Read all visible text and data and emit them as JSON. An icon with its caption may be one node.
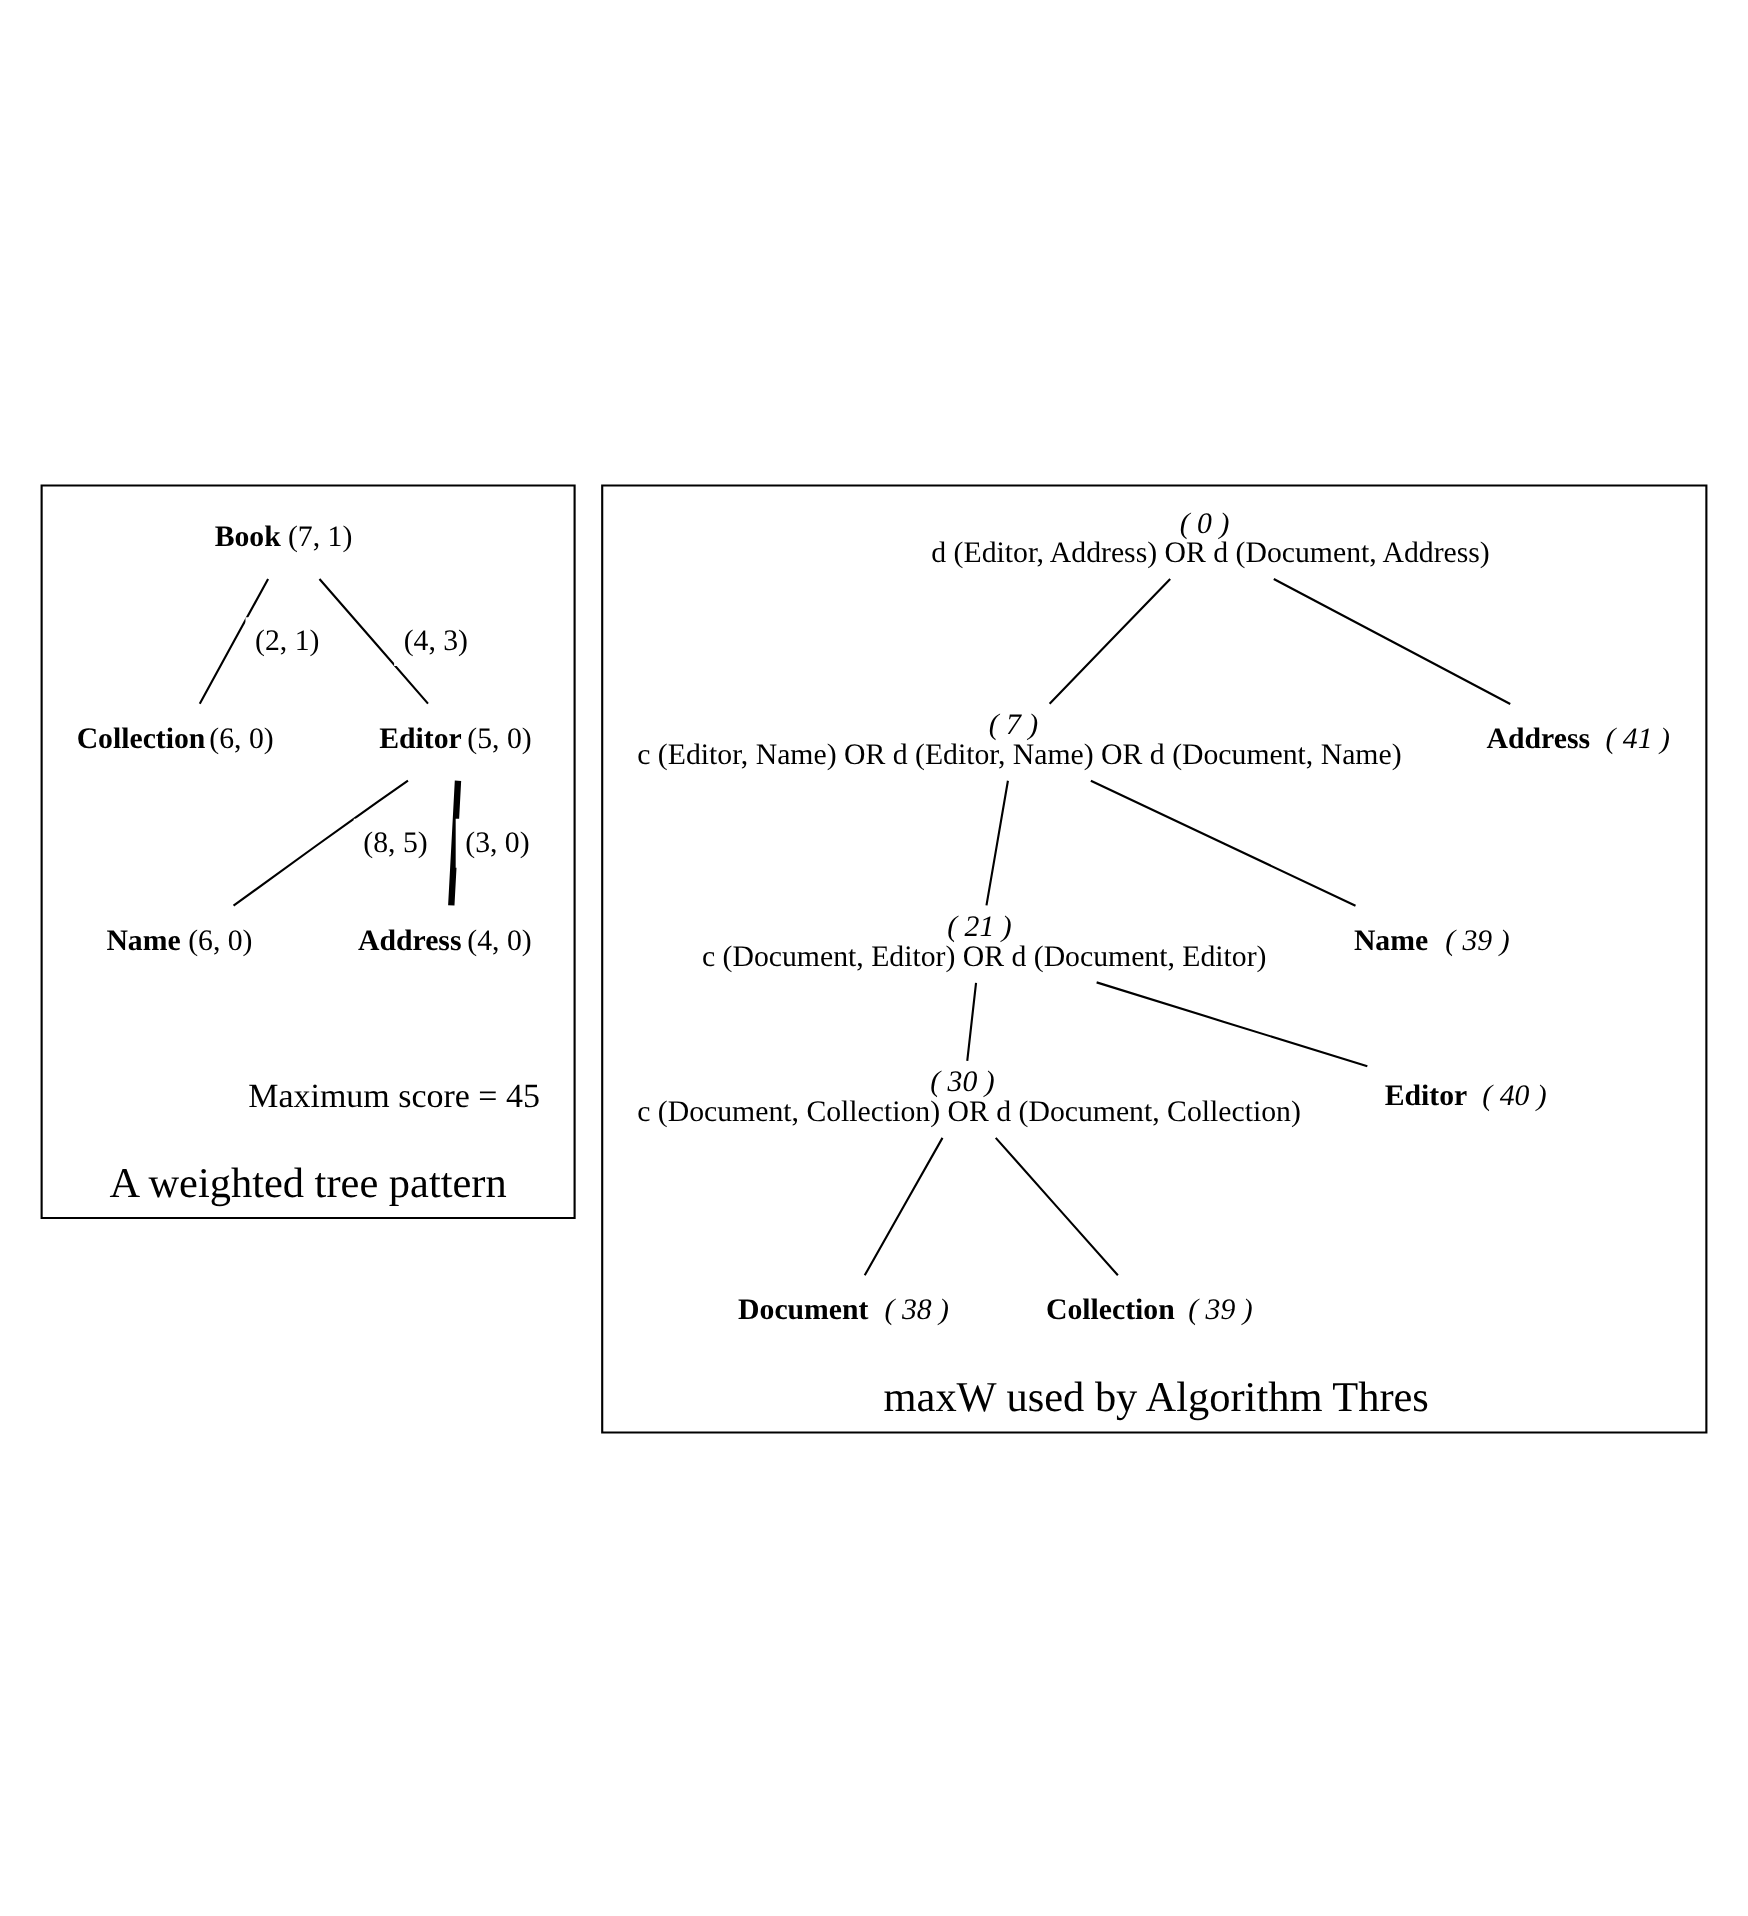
{
  "diagram": {
    "nodes": [
      {
        "text": [
          "A weighted tree pattern"
        ]
      },
      {
        "text": [
          "Book"
        ],
        "beside": [
          "(7, 1)"
        ],
        "in": 0
      },
      {
        "text": [
          "Collection"
        ],
        "beside": [
          "(6, 0)"
        ],
        "in": 0
      },
      {
        "text": [
          "Editor"
        ],
        "beside": [
          "(5, 0)"
        ],
        "in": 0
      },
      {
        "text": [
          "Name"
        ],
        "beside": [
          "(6, 0)"
        ],
        "in": 0
      },
      {
        "text": [
          "Address"
        ],
        "beside": [
          "(4, 0)"
        ],
        "in": 0
      },
      {
        "text": [
          "maxW used by Algorithm Thres"
        ]
      },
      {
        "text": [
          "( 0 )",
          "d (Editor, Address) OR d (Document, Address)"
        ],
        "in": 6
      },
      {
        "text": [
          "( 7 )",
          "c (Editor, Name) OR d (Editor, Name) OR d (Document, Name)"
        ],
        "in": 6
      },
      {
        "text": [
          "Address"
        ],
        "beside": [
          "( 41 )"
        ],
        "in": 6
      },
      {
        "text": [
          "( 21 )",
          "c (Document, Editor) OR d (Document, Editor)"
        ],
        "in": 6
      },
      {
        "text": [
          "Name"
        ],
        "beside": [
          "( 39 )"
        ],
        "in": 6
      },
      {
        "text": [
          "( 30 )",
          "c (Document, Collection) OR d (Document, Collection)"
        ],
        "in": 6
      },
      {
        "text": [
          "Editor"
        ],
        "beside": [
          "( 40 )"
        ],
        "in": 6
      },
      {
        "text": [
          "Document"
        ],
        "beside": [
          "( 38 )"
        ],
        "in": 6
      },
      {
        "text": [
          "Collection"
        ],
        "beside": [
          "( 39 )"
        ],
        "in": 6
      }
    ],
    "edges": [
      {
        "from": 1,
        "to": 2,
        "arrow": "none",
        "label": "(2, 1)"
      },
      {
        "from": 1,
        "to": 3,
        "arrow": "none",
        "label": "(4, 3)"
      },
      {
        "from": 3,
        "to": 4,
        "arrow": "none",
        "label": "(8, 5)"
      },
      {
        "from": 3,
        "to": 5,
        "arrow": "none",
        "label": "(3, 0)",
        "style": "thick"
      },
      {
        "from": 7,
        "to": 8,
        "arrow": "none"
      },
      {
        "from": 7,
        "to": 9,
        "arrow": "none"
      },
      {
        "from": 8,
        "to": 10,
        "arrow": "none"
      },
      {
        "from": 8,
        "to": 11,
        "arrow": "none"
      },
      {
        "from": 10,
        "to": 12,
        "arrow": "none"
      },
      {
        "from": 10,
        "to": 13,
        "arrow": "none"
      },
      {
        "from": 12,
        "to": 14,
        "arrow": "none"
      },
      {
        "from": 12,
        "to": 15,
        "arrow": "none"
      }
    ],
    "labels": [
      "Maximum score = 45"
    ]
  }
}
